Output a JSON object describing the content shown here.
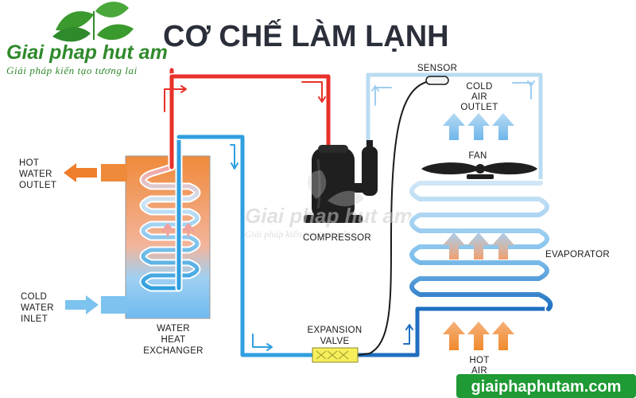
{
  "title": "CƠ CHẾ LÀM LẠNH",
  "brand": {
    "name": "Giai phap hut am",
    "tagline": "Giải pháp kiến tạo tương lai"
  },
  "website": "giaiphaphutam.com",
  "labels": {
    "sensor": "SENSOR",
    "cold_air_outlet": [
      "COLD",
      "AIR",
      "OUTLET"
    ],
    "fan": "FAN",
    "hot_water_outlet": [
      "HOT",
      "WATER",
      "OUTLET"
    ],
    "compressor": "COMPRESSOR",
    "evaporator": "EVAPORATOR",
    "cold_water_inlet": [
      "COLD",
      "WATER",
      "INLET"
    ],
    "water_heat_exchanger": [
      "WATER",
      "HEAT",
      "EXCHANGER"
    ],
    "expansion_valve": [
      "EXPANSION",
      "VALVE"
    ],
    "hot_air": [
      "HOT",
      "AIR"
    ]
  },
  "colors": {
    "hot_refrigerant": "#e8312a",
    "cold_refrigerant": "#2f9fe0",
    "light_refrigerant": "#b9dcf2",
    "hot_water": "#ef7d2a",
    "cold_water": "#7cc3ef",
    "brand_green": "#2f8a2b",
    "website_bar": "#1f9a35"
  }
}
